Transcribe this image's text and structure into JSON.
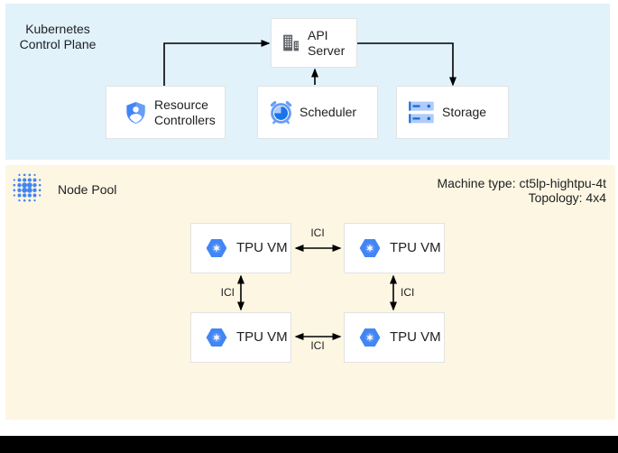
{
  "control_plane": {
    "title": "Kubernetes Control Plane",
    "api_server_label": "API Server",
    "resource_controllers_label": "Resource Controllers",
    "scheduler_label": "Scheduler",
    "storage_label": "Storage"
  },
  "node_pool": {
    "title": "Node Pool",
    "machine_type": "Machine type: ct5lp-hightpu-4t",
    "topology": "Topology: 4x4",
    "vms": [
      {
        "label": "TPU VM"
      },
      {
        "label": "TPU VM"
      },
      {
        "label": "TPU VM"
      },
      {
        "label": "TPU VM"
      }
    ],
    "links": [
      {
        "label": "ICI"
      },
      {
        "label": "ICI"
      },
      {
        "label": "ICI"
      },
      {
        "label": "ICI"
      }
    ]
  },
  "icons": {
    "api_server": "building-icon",
    "resource_controllers": "shield-user-icon",
    "scheduler": "alarm-clock-icon",
    "storage": "server-disks-icon",
    "tpu_vm": "hexagon-gear-icon",
    "node_pool": "dots-grid-icon"
  },
  "colors": {
    "control_plane_bg": "#e1f2fb",
    "node_pool_bg": "#fdf6e2",
    "box_border": "#e2e2e2",
    "text": "#202124",
    "arrow": "#000000",
    "icon_blue": "#4285f4",
    "icon_blue_dark": "#1a73e8",
    "icon_blue_light": "#aecbfa",
    "icon_gray": "#5f6368",
    "bottom_bar": "#000000"
  }
}
